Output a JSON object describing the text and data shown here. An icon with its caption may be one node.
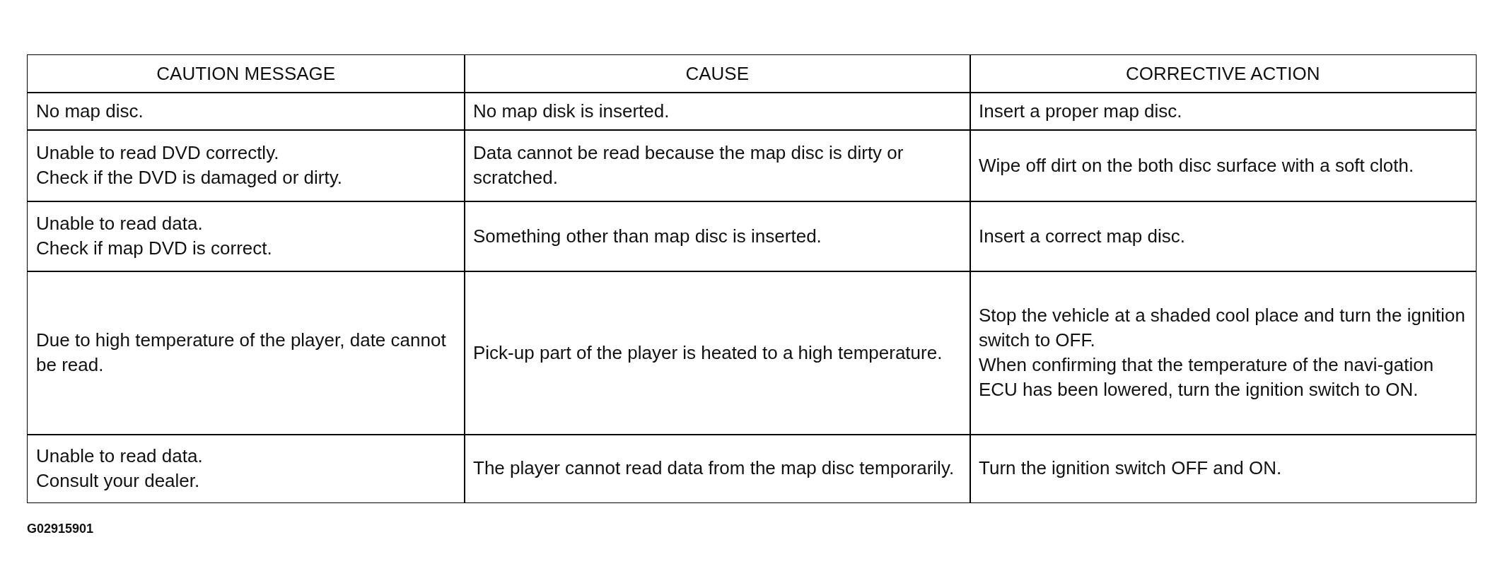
{
  "diagram": {
    "labels": [
      "CAUTION MESSAGE",
      "CAUSE",
      "CORRECTIVE ACTION",
      "No map disc.",
      "No map disk is inserted.",
      "Insert a proper map disc.",
      "Unable to read DVD correctly.",
      "Check if the DVD is damaged or dirty.",
      "Data cannot be read because the map disc is dirty or scratched.",
      "Wipe off dirt on the both disc surface with a soft cloth.",
      "Unable to read data.",
      "Check if map DVD is correct.",
      "Something other than map disc is inserted.",
      "Insert a correct map disc.",
      "Due to high temperature of the player, date cannot be read.",
      "Pick-up part of the player is heated to a high temperature.",
      "Stop the vehicle at a shaded cool place and turn the ignition switch to OFF.",
      "When confirming that the temperature of the navi-gation ECU has been lowered, turn the ignition switch to ON.",
      "Unable to read data.",
      "Consult your dealer.",
      "The player cannot read data from the map disc temporarily.",
      "Turn the ignition switch OFF and ON.",
      "G02915901"
    ]
  }
}
